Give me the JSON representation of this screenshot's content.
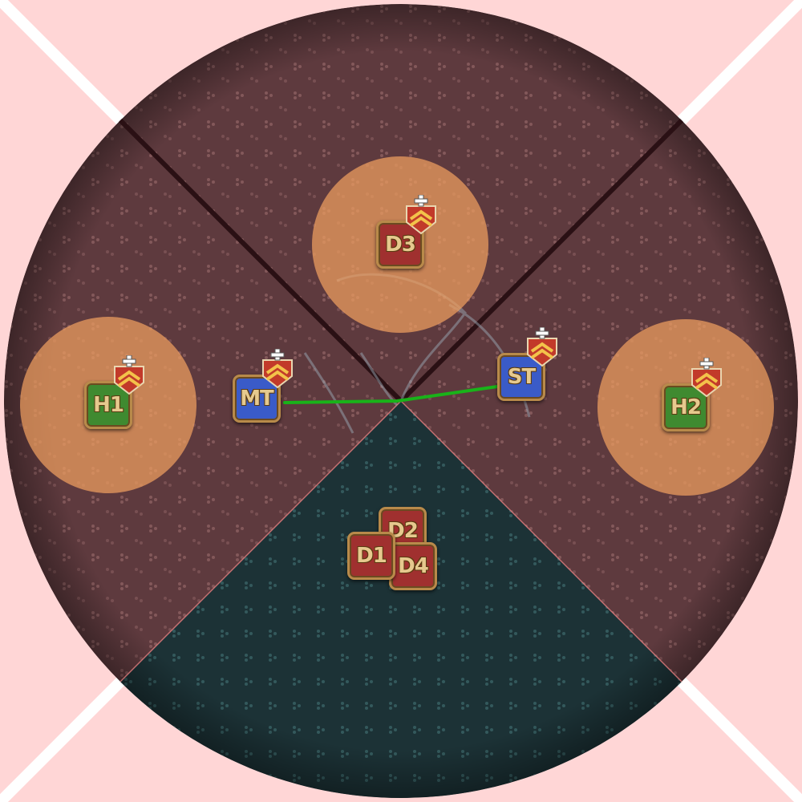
{
  "arena": {
    "name": "",
    "colors": {
      "safe_zone": "#ffd6d6",
      "platform_tint": "#6e3b40",
      "dark_wedge": "#1c3236",
      "aoe_circle": "#f0a060",
      "tether": "#19b319",
      "diagonal_line": "#ffffff"
    }
  },
  "markers": [
    {
      "id": "H1",
      "label": "H1",
      "role": "healer",
      "color": "#3f8a30",
      "has_debuff": true
    },
    {
      "id": "H2",
      "label": "H2",
      "role": "healer",
      "color": "#3f8a30",
      "has_debuff": true
    },
    {
      "id": "D3",
      "label": "D3",
      "role": "dps",
      "color": "#a0302f",
      "has_debuff": true
    },
    {
      "id": "MT",
      "label": "MT",
      "role": "tank",
      "color": "#3a5bc8",
      "has_debuff": true
    },
    {
      "id": "ST",
      "label": "ST",
      "role": "tank",
      "color": "#3a5bc8",
      "has_debuff": true
    },
    {
      "id": "D1",
      "label": "D1",
      "role": "dps",
      "color": "#a0302f",
      "has_debuff": false
    },
    {
      "id": "D2",
      "label": "D2",
      "role": "dps",
      "color": "#a0302f",
      "has_debuff": false
    },
    {
      "id": "D4",
      "label": "D4",
      "role": "dps",
      "color": "#a0302f",
      "has_debuff": false
    }
  ],
  "debuff_icon": {
    "icon": "chevron-rank-plus-icon",
    "color": "#c23a2a"
  },
  "tether": {
    "from": "MT",
    "to": "ST",
    "via": "center",
    "color": "#19b319"
  }
}
